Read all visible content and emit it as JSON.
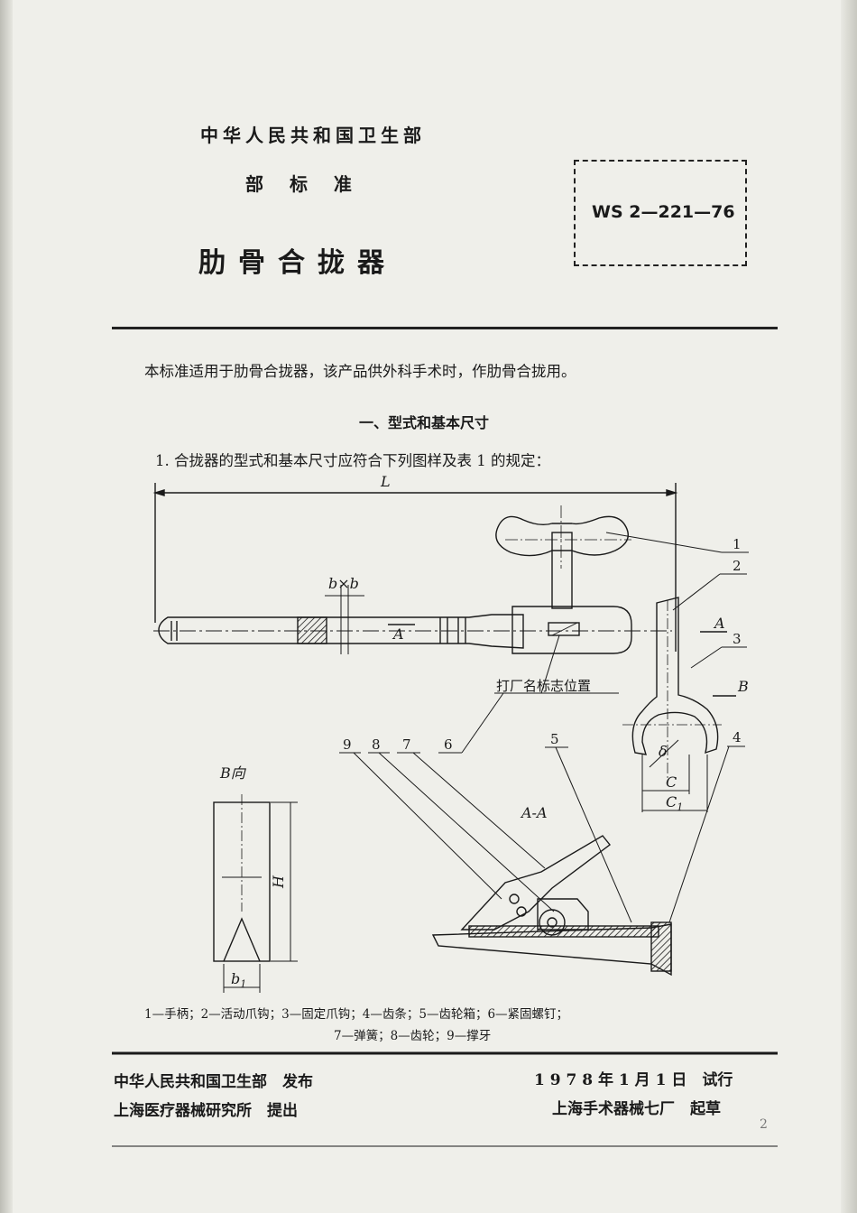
{
  "header": {
    "ministry": "中华人民共和国卫生部",
    "category": "部 标 准",
    "title": "肋骨合拢器",
    "standard_code": "WS 2—221—76"
  },
  "body": {
    "scope": "本标准适用于肋骨合拢器，该产品供外科手术时，作肋骨合拢用。",
    "section1": "一、型式和基本尺寸",
    "clause1": "1. 合拢器的型式和基本尺寸应符合下列图样及表 1 的规定："
  },
  "figure": {
    "dim_L": "L",
    "dim_bxb": "b×b",
    "section_A": "A",
    "section_A2": "A",
    "section_B": "B",
    "view_B": "B向",
    "section_AA": "A-A",
    "dim_H": "H",
    "dim_b1": "b",
    "dim_b1_sub": "1",
    "dim_C": "C",
    "dim_C1": "C",
    "dim_C1_sub": "1",
    "dim_delta": "δ",
    "mark_label": "打厂名标志位置",
    "callouts": [
      "1",
      "2",
      "3",
      "4",
      "5",
      "6",
      "7",
      "8",
      "9"
    ],
    "legend_line1": "1—手柄；2—活动爪钩；3—固定爪钩；4—齿条；5—齿轮箱；6—紧固螺钉；",
    "legend_line2": "7—弹簧；8—齿轮；9—撑牙"
  },
  "footer": {
    "publisher": "中华人民共和国卫生部　发布",
    "date_trial": "1 9 7 8 年 1 月 1 日　试行",
    "proposer": "上海医疗器械研究所　提出",
    "drafter": "上海手术器械七厂　起草",
    "page_number": "2"
  }
}
